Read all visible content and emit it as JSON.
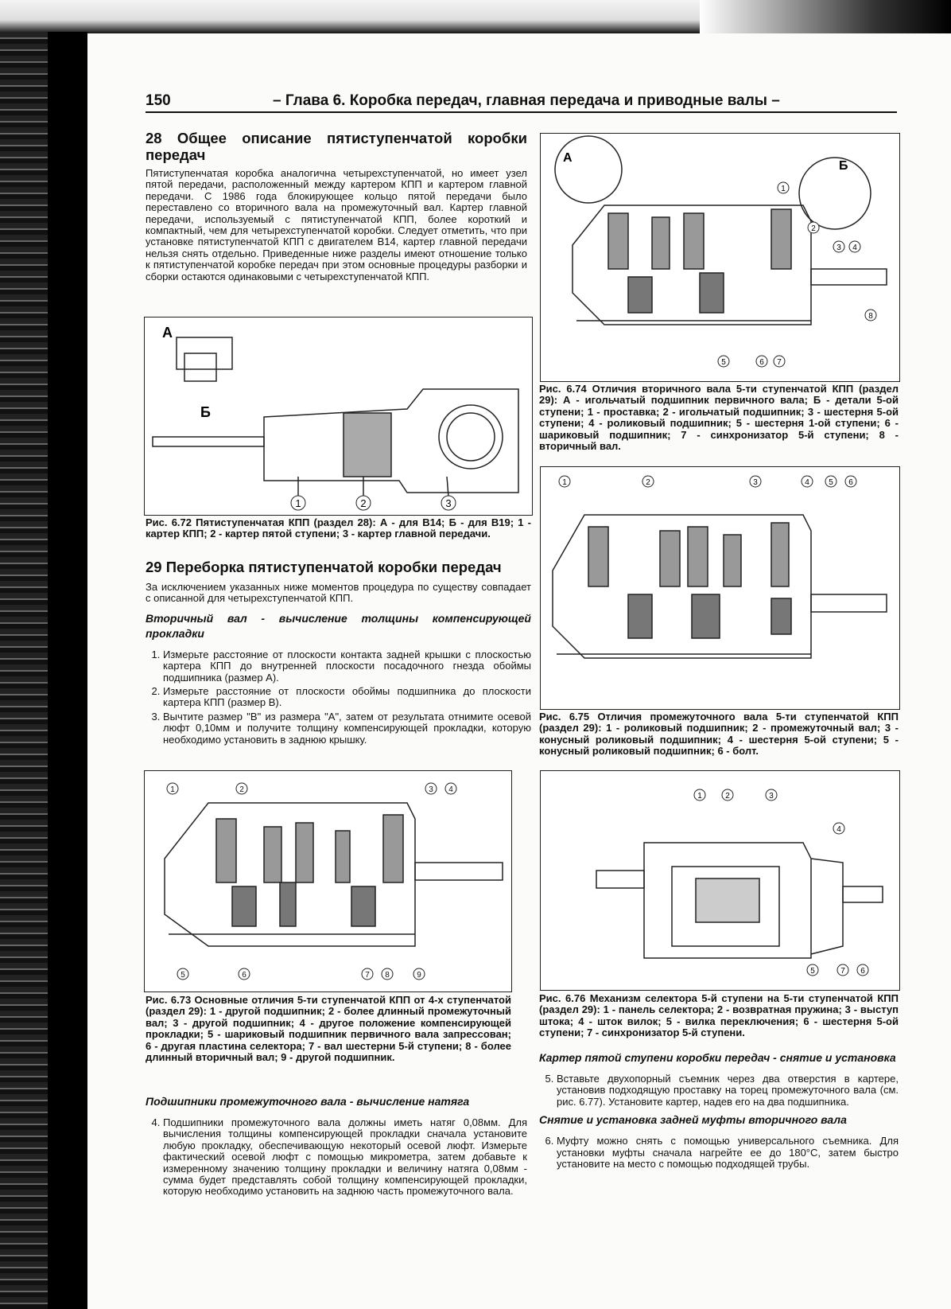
{
  "header": {
    "page_number": "150",
    "chapter_title": "– Глава 6. Коробка передач, главная передача и приводные валы –"
  },
  "section28": {
    "title": "28 Общее описание пятиступенчатой коробки передач",
    "body": "Пятиступенчатая коробка аналогична четырехступенчатой, но имеет узел пятой передачи, расположенный между картером КПП и картером главной передачи. С 1986 года блокирующее кольцо пятой передачи было переставлено со вторичного вала на промежуточный вал. Картер главной передачи, используемый с пятиступенчатой КПП, более короткий и компактный, чем для четырехступенчатой коробки. Следует отметить, что при установке пятиступенчатой КПП с двигателем B14, картер главной передачи нельзя снять отдельно. Приведенные ниже разделы имеют отношение только к пятиступенчатой коробке передач при этом основные процедуры разборки и сборки остаются одинаковыми с четырехступенчатой КПП."
  },
  "fig72": {
    "label_a": "А",
    "label_b": "Б",
    "callouts": [
      "1",
      "2",
      "3"
    ],
    "caption": "Рис. 6.72 Пятиступенчатая КПП (раздел 28): А - для B14; Б - для B19; 1 - картер КПП; 2 - картер пятой ступени; 3 - картер главной передачи."
  },
  "section29": {
    "title": "29 Переборка пятиступенчатой коробки передач",
    "intro": "За исключением указанных ниже моментов процедура по существу совпадает с описанной для четырехступенчатой КПП.",
    "sub1": "Вторичный вал - вычисление толщины компенсирующей прокладки",
    "steps": [
      "Измерьте расстояние от плоскости контакта задней крышки с плоскостью картера КПП до внутренней плоскости посадочного гнезда обоймы подшипника (размер A).",
      "Измерьте расстояние от плоскости обоймы подшипника до плоскости картера КПП (размер B).",
      "Вычтите размер \"B\" из размера \"A\", затем от результата отнимите осевой люфт 0,10мм и получите толщину компенсирующей прокладки, которую необходимо установить в заднюю крышку."
    ],
    "sub2": "Подшипники промежуточного вала - вычисление натяга",
    "step4": "Подшипники промежуточного вала должны иметь натяг 0,08мм. Для вычисления толщины компенсирующей прокладки сначала установите любую прокладку, обеспечивающую некоторый осевой люфт. Измерьте фактический осевой люфт с помощью микрометра, затем добавьте к измеренному значению толщину прокладки и величину натяга 0,08мм - сумма будет представлять собой толщину компенсирующей прокладки, которую необходимо установить на заднюю часть промежуточного вала."
  },
  "fig73": {
    "callouts": [
      "1",
      "2",
      "3",
      "4",
      "5",
      "6",
      "7",
      "8",
      "9"
    ],
    "caption": "Рис. 6.73 Основные отличия 5-ти ступенчатой КПП от 4-х ступенчатой (раздел 29): 1 - другой подшипник; 2 - более длинный промежуточный вал; 3 - другой подшипник; 4 - другое положение компенсирующей прокладки; 5 - шариковый подшипник первичного вала запрессован; 6 - другая пластина селектора; 7 - вал шестерни 5-й ступени; 8 - более длинный вторичный вал; 9 - другой подшипник."
  },
  "fig74": {
    "label_a": "А",
    "label_b": "Б",
    "callouts": [
      "1",
      "2",
      "3",
      "4",
      "5",
      "6",
      "7",
      "8"
    ],
    "caption": "Рис. 6.74 Отличия вторичного вала 5-ти ступенчатой КПП (раздел 29): А - игольчатый подшипник первичного вала; Б - детали 5-ой ступени; 1 - проставка; 2 - игольчатый подшипник; 3 - шестерня 5-ой ступени; 4 - роликовый подшипник; 5 - шестерня 1-ой ступени; 6 - шариковый подшипник; 7 - синхронизатор 5-й ступени; 8 - вторичный вал."
  },
  "fig75": {
    "callouts": [
      "1",
      "2",
      "3",
      "4",
      "5",
      "6"
    ],
    "caption": "Рис. 6.75 Отличия промежуточного вала 5-ти ступенчатой КПП (раздел 29): 1 - роликовый подшипник; 2 - промежуточный вал; 3 - конусный роликовый подшипник; 4 - шестерня 5-ой ступени; 5 - конусный роликовый подшипник; 6 - болт."
  },
  "fig76": {
    "callouts": [
      "1",
      "2",
      "3",
      "4",
      "5",
      "6",
      "7"
    ],
    "caption": "Рис. 6.76 Механизм селектора 5-й ступени на 5-ти ступенчатой КПП (раздел 29): 1 - панель селектора; 2 - возвратная пружина; 3 - выступ штока; 4 - шток вилок; 5 - вилка переключения; 6 - шестерня 5-ой ступени; 7 - синхронизатор 5-й ступени."
  },
  "right": {
    "sub3": "Картер пятой ступени коробки передач - снятие и установка",
    "step5": "Вставьте двухопорный съемник через два отверстия в картере, установив подходящую проставку на торец промежуточного вала (см. рис. 6.77). Установите картер, надев его на два подшипника.",
    "sub4": "Снятие и установка задней муфты вторичного вала",
    "step6": "Муфту можно снять с помощью универсального съемника. Для установки муфты сначала нагрейте ее до 180°C, затем быстро установите на место с помощью подходящей трубы."
  }
}
